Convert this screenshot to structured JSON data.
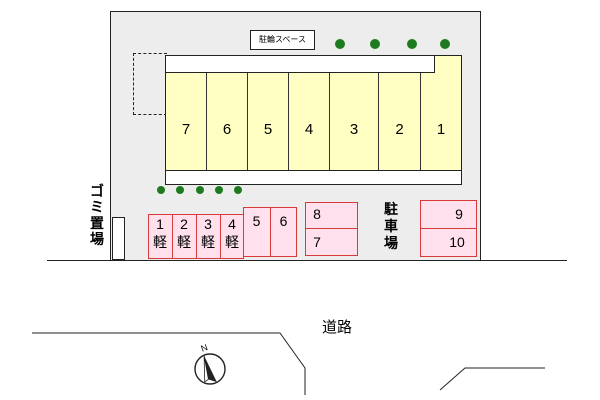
{
  "bike_space_label": "駐輪スペース",
  "building_units": [
    "7",
    "6",
    "5",
    "4",
    "3",
    "2",
    "1"
  ],
  "parking_kei": [
    {
      "num": "1",
      "kind": "軽"
    },
    {
      "num": "2",
      "kind": "軽"
    },
    {
      "num": "3",
      "kind": "軽"
    },
    {
      "num": "4",
      "kind": "軽"
    }
  ],
  "parking_56": [
    "5",
    "6"
  ],
  "parking_78": [
    "8",
    "7"
  ],
  "parking_910": [
    "9",
    "10"
  ],
  "parking_label": [
    "駐",
    "車",
    "場"
  ],
  "garbage_label": [
    "ゴ",
    "ミ",
    "置",
    "場"
  ],
  "road_label": "道路",
  "north_label": "N",
  "colors": {
    "unit_fill": "#ffffc4",
    "parking_fill": "#ffe0ec",
    "parking_border": "#d83a3a",
    "tree": "#1e7a1e",
    "lot_fill": "#ededed"
  }
}
